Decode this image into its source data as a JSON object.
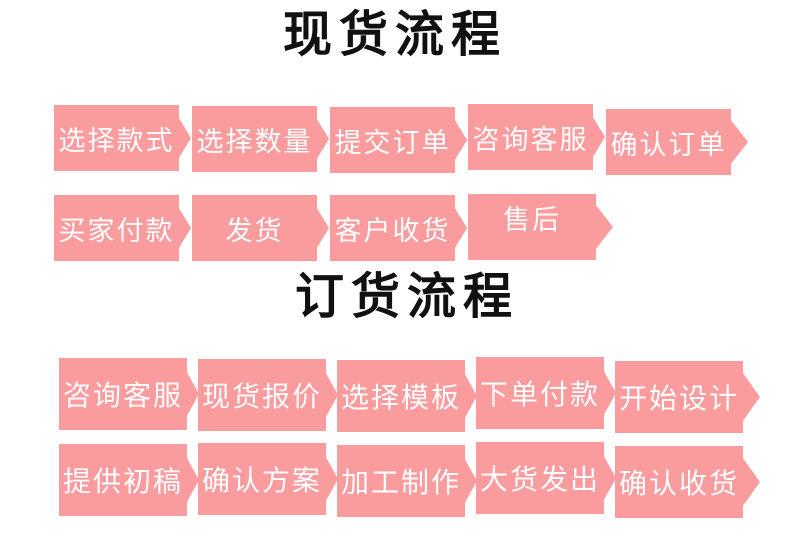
{
  "colors": {
    "arrow_pink": "#FA9B9E",
    "step_text": "#ffffff",
    "title_text": "#111111",
    "background": "#ffffff"
  },
  "sections": [
    {
      "title": "现货流程",
      "rows": [
        {
          "steps": [
            {
              "label": "选择款式"
            },
            {
              "label": "选择数量"
            },
            {
              "label": "提交订单"
            },
            {
              "label": "咨询客服"
            },
            {
              "label": "确认订单"
            }
          ]
        },
        {
          "steps": [
            {
              "label": "买家付款"
            },
            {
              "label": "发货"
            },
            {
              "label": "客户收货"
            },
            {
              "label": "售后"
            }
          ]
        }
      ]
    },
    {
      "title": "订货流程",
      "rows": [
        {
          "steps": [
            {
              "label": "咨询客服"
            },
            {
              "label": "现货报价"
            },
            {
              "label": "选择模板"
            },
            {
              "label": "下单付款"
            },
            {
              "label": "开始设计"
            }
          ]
        },
        {
          "steps": [
            {
              "label": "提供初稿"
            },
            {
              "label": "确认方案"
            },
            {
              "label": "加工制作"
            },
            {
              "label": "大货发出"
            },
            {
              "label": "确认收货"
            }
          ]
        }
      ]
    }
  ]
}
